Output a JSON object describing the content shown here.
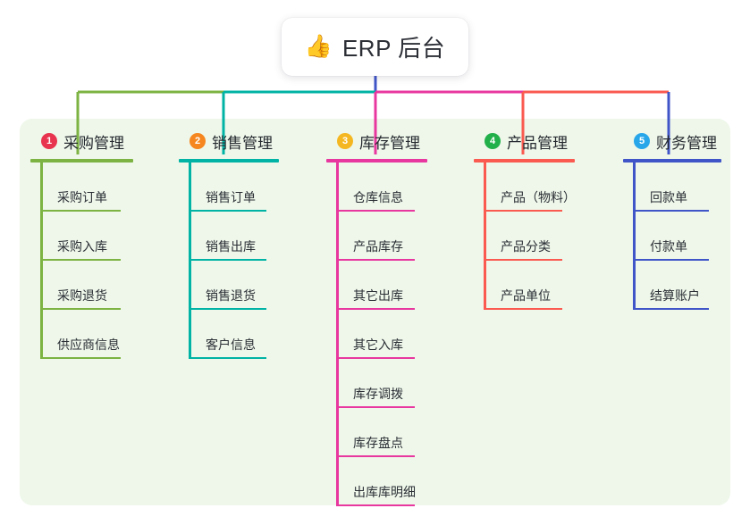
{
  "root": {
    "icon": "thumbs-up-icon",
    "emoji": "👍",
    "title": "ERP 后台"
  },
  "panel": {
    "background": "#eef7ea"
  },
  "columns": [
    {
      "index": "1",
      "title": "采购管理",
      "badge_color": "#e8344e",
      "line_color": "#7cb342",
      "connector_color": "#7cb342",
      "items": [
        "采购订单",
        "采购入库",
        "采购退货",
        "供应商信息"
      ]
    },
    {
      "index": "2",
      "title": "销售管理",
      "badge_color": "#f6861f",
      "line_color": "#00b3a4",
      "connector_color": "#00b3a4",
      "items": [
        "销售订单",
        "销售出库",
        "销售退货",
        "客户信息"
      ]
    },
    {
      "index": "3",
      "title": "库存管理",
      "badge_color": "#f5b721",
      "line_color": "#e8379f",
      "connector_color": "#e8379f",
      "items": [
        "仓库信息",
        "产品库存",
        "其它出库",
        "其它入库",
        "库存调拨",
        "库存盘点",
        "出库库明细"
      ]
    },
    {
      "index": "4",
      "title": "产品管理",
      "badge_color": "#22b04b",
      "line_color": "#fa5a50",
      "connector_color": "#fa5a50",
      "items": [
        "产品（物料）",
        "产品分类",
        "产品单位"
      ]
    },
    {
      "index": "5",
      "title": "财务管理",
      "badge_color": "#28a6ea",
      "line_color": "#4055c8",
      "connector_color": "#4055c8",
      "items": [
        "回款单",
        "付款单",
        "结算账户"
      ]
    }
  ],
  "trunk": {
    "color": "#4055c8"
  }
}
